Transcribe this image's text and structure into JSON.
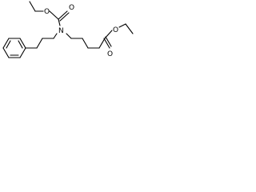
{
  "molecule": {
    "atoms": {
      "ester_carbamate_o": "O",
      "carbonyl_carbamate_o": "O",
      "amine_n": "N",
      "ester_right_o": "O",
      "carbonyl_right_o": "O"
    }
  },
  "colors": {
    "bond": "#000000",
    "label": "#000000",
    "background": "#ffffff"
  }
}
